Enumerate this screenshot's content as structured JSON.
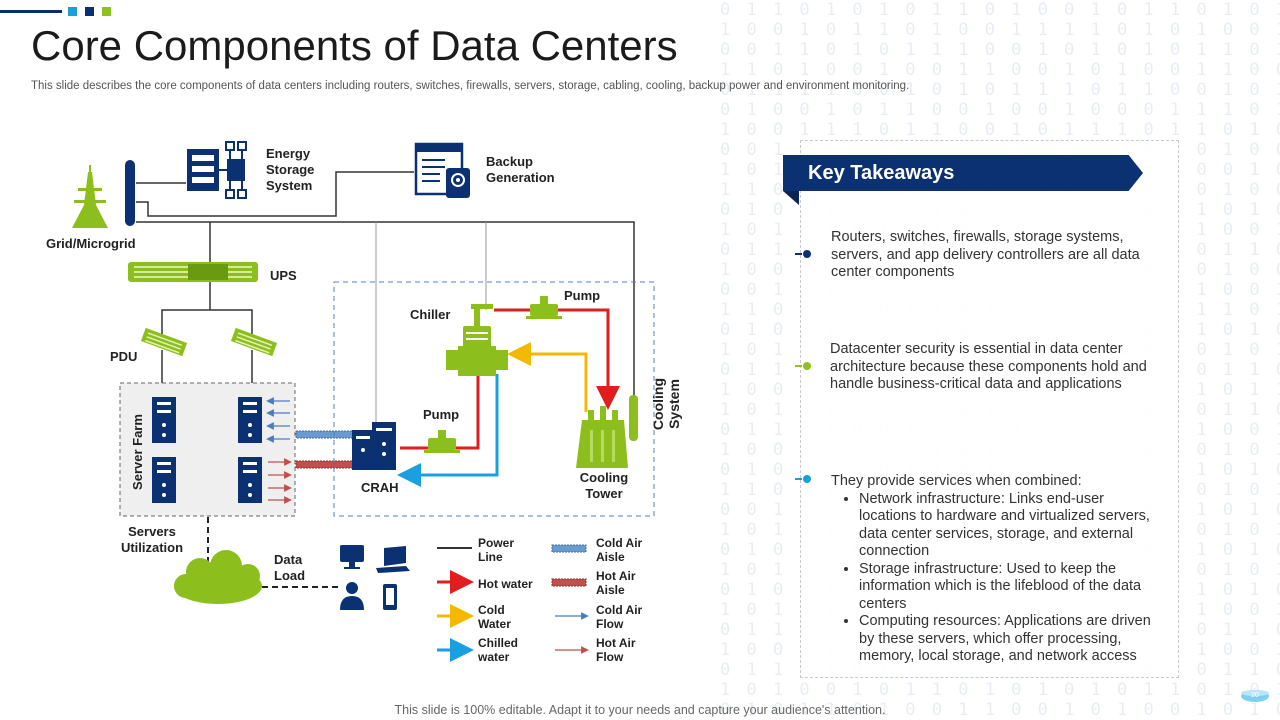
{
  "slide": {
    "title": "Core Components of Data Centers",
    "subtitle": "This slide describes the core components of data centers including routers, switches, firewalls, servers, storage, cabling, cooling, backup power and environment monitoring.",
    "footer": "This slide is 100% editable. Adapt it to your needs and capture your audience's attention.",
    "page_number": "20"
  },
  "colors": {
    "navy": "#0b3172",
    "accent_blue": "#1aa0d8",
    "accent_green": "#8dc21f",
    "green_icon": "#8cbf1e",
    "hot_water": "#e01e1e",
    "cold_water": "#f5b800",
    "chilled_water": "#1aa0e0"
  },
  "diagram": {
    "energy_storage": "Energy Storage System",
    "backup_generation": "Backup Generation",
    "grid": "Grid/Microgrid",
    "ups": "UPS",
    "pdu": "PDU",
    "server_farm": "Server Farm",
    "servers_utilization": "Servers Utilization",
    "data_load": "Data Load",
    "chiller": "Chiller",
    "pump_top": "Pump",
    "pump_bottom": "Pump",
    "crah": "CRAH",
    "cooling_tower": "Cooling Tower",
    "cooling_system": "Cooling System"
  },
  "legend": {
    "power_line": "Power Line",
    "hot_water": "Hot water",
    "cold_water": "Cold Water",
    "chilled_water": "Chilled water",
    "cold_air_aisle": "Cold Air Aisle",
    "hot_air_aisle": "Hot Air Aisle",
    "cold_air_flow": "Cold Air Flow",
    "hot_air_flow": "Hot Air Flow"
  },
  "takeaways": {
    "heading": "Key Takeaways",
    "item1": "Routers, switches, firewalls, storage systems, servers, and app delivery controllers are all data center components",
    "item2": "Datacenter security is essential in data center architecture because these components hold and handle business-critical data and applications",
    "item3_intro": "They provide services when combined:",
    "item3_subs": [
      "Network infrastructure: Links end-user locations to hardware and virtualized servers, data center services, storage, and external connection",
      "Storage infrastructure: Used to keep the information which is the lifeblood of the data centers",
      "Computing resources: Applications are driven by these servers, which offer processing, memory, local storage, and network access"
    ]
  }
}
